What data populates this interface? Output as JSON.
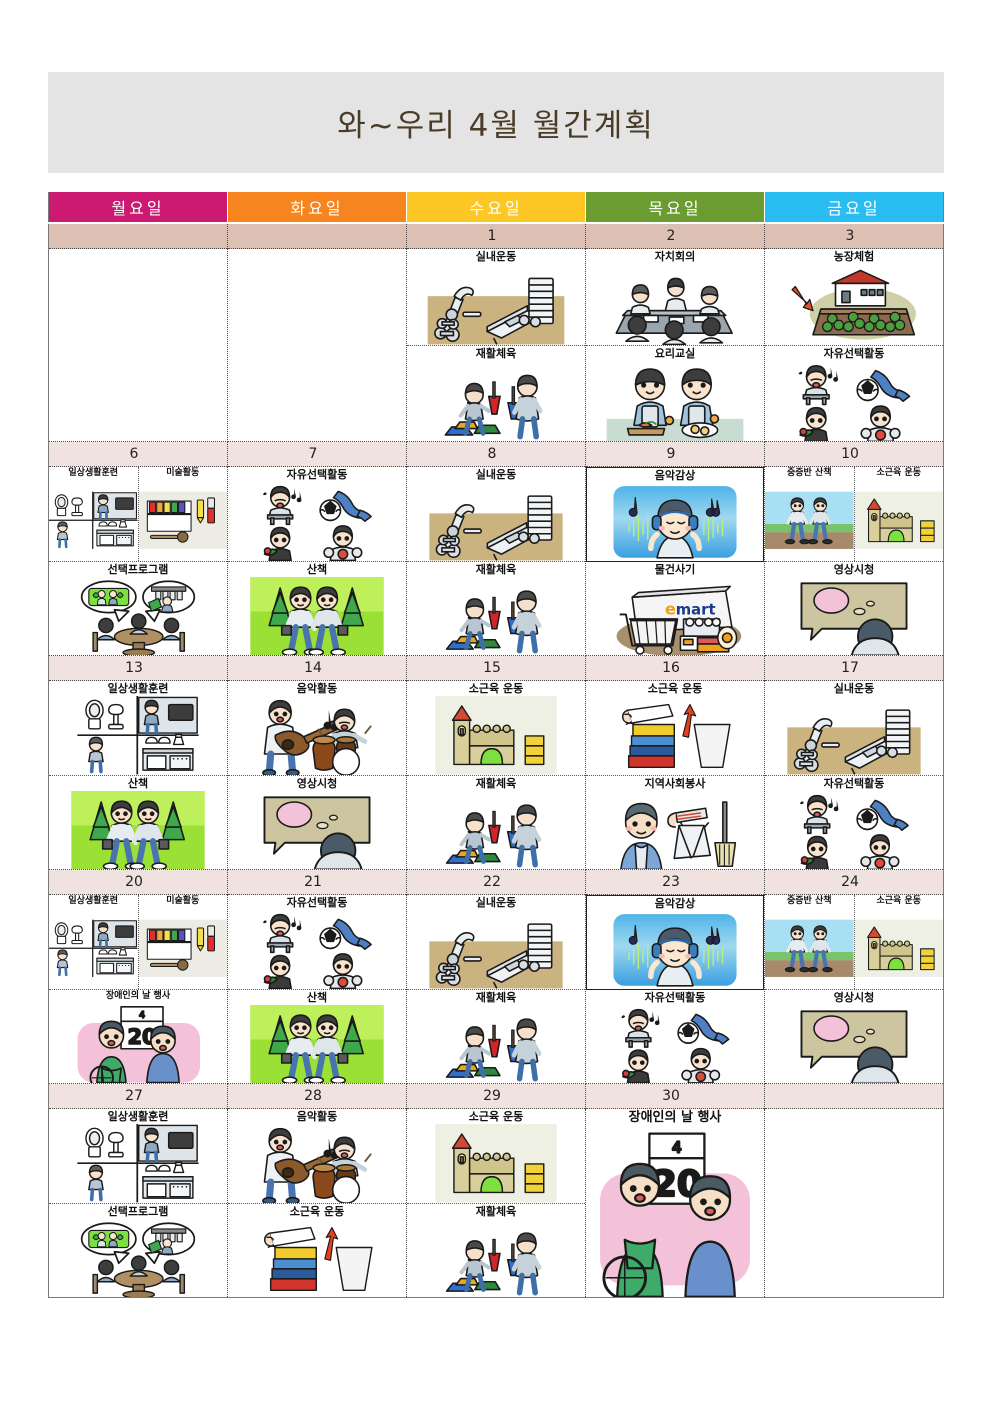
{
  "document": {
    "title": "와~우리 4월 월간계획"
  },
  "calendar": {
    "weekday_headers": [
      {
        "label": "월요일",
        "color": "#cc1a72"
      },
      {
        "label": "화요일",
        "color": "#f7851f"
      },
      {
        "label": "수요일",
        "color": "#fdc825"
      },
      {
        "label": "목요일",
        "color": "#6a9c31"
      },
      {
        "label": "금요일",
        "color": "#29bdf2"
      }
    ],
    "date_row_color_first": "#dcc0b4",
    "date_row_color": "#f0e2de",
    "weeks": [
      {
        "dates": [
          "",
          "",
          "1",
          "2",
          "3"
        ],
        "days": [
          {
            "date": "",
            "slots": []
          },
          {
            "date": "",
            "slots": []
          },
          {
            "date": "1",
            "slots": [
              {
                "label": "실내운동",
                "art": "gym"
              },
              {
                "label": "재활체육",
                "art": "rehab"
              }
            ]
          },
          {
            "date": "2",
            "slots": [
              {
                "label": "자치회의",
                "art": "meeting"
              },
              {
                "label": "요리교실",
                "art": "cooking"
              }
            ]
          },
          {
            "date": "3",
            "slots": [
              {
                "label": "농장체험",
                "art": "farm"
              },
              {
                "label": "자유선택활동",
                "art": "freechoice"
              }
            ]
          }
        ]
      },
      {
        "dates": [
          "6",
          "7",
          "8",
          "9",
          "10"
        ],
        "days": [
          {
            "date": "6",
            "slots": [
              {
                "label": "",
                "art": "split",
                "halves": [
                  {
                    "label": "일상생활훈련",
                    "art": "adl"
                  },
                  {
                    "label": "미술활동",
                    "art": "artclass"
                  }
                ]
              },
              {
                "label": "선택프로그램",
                "art": "choiceprog"
              }
            ]
          },
          {
            "date": "7",
            "slots": [
              {
                "label": "자유선택활동",
                "art": "freechoice"
              },
              {
                "label": "산책",
                "art": "walk"
              }
            ]
          },
          {
            "date": "8",
            "slots": [
              {
                "label": "실내운동",
                "art": "gym"
              },
              {
                "label": "재활체육",
                "art": "rehab"
              }
            ]
          },
          {
            "date": "9",
            "slots": [
              {
                "label": "음악감상",
                "art": "music-listen",
                "framed": true
              },
              {
                "label": "물건사기",
                "art": "shopping"
              }
            ]
          },
          {
            "date": "10",
            "slots": [
              {
                "label": "",
                "art": "split",
                "halves": [
                  {
                    "label": "중증반 산책",
                    "art": "walk2"
                  },
                  {
                    "label": "소근육 운동",
                    "art": "blocks"
                  }
                ]
              },
              {
                "label": "영상시청",
                "art": "tv"
              }
            ]
          }
        ]
      },
      {
        "dates": [
          "13",
          "14",
          "15",
          "16",
          "17"
        ],
        "days": [
          {
            "date": "13",
            "slots": [
              {
                "label": "일상생활훈련",
                "art": "adl"
              },
              {
                "label": "산책",
                "art": "walk"
              }
            ]
          },
          {
            "date": "14",
            "slots": [
              {
                "label": "음악활동",
                "art": "musicplay"
              },
              {
                "label": "영상시청",
                "art": "tv"
              }
            ]
          },
          {
            "date": "15",
            "slots": [
              {
                "label": "소근육 운동",
                "art": "blocks"
              },
              {
                "label": "재활체육",
                "art": "rehab"
              }
            ]
          },
          {
            "date": "16",
            "slots": [
              {
                "label": "소근육 운동",
                "art": "stacking"
              },
              {
                "label": "지역사회봉사",
                "art": "volunteer"
              }
            ]
          },
          {
            "date": "17",
            "slots": [
              {
                "label": "실내운동",
                "art": "gym"
              },
              {
                "label": "자유선택활동",
                "art": "freechoice"
              }
            ]
          }
        ]
      },
      {
        "dates": [
          "20",
          "21",
          "22",
          "23",
          "24"
        ],
        "days": [
          {
            "date": "20",
            "slots": [
              {
                "label": "",
                "art": "split",
                "halves": [
                  {
                    "label": "일상생활훈련",
                    "art": "adl"
                  },
                  {
                    "label": "미술활동",
                    "art": "artclass"
                  }
                ]
              },
              {
                "label": "장애인의 날 행사",
                "art": "disabilityday"
              }
            ]
          },
          {
            "date": "21",
            "slots": [
              {
                "label": "자유선택활동",
                "art": "freechoice"
              },
              {
                "label": "산책",
                "art": "walk"
              }
            ]
          },
          {
            "date": "22",
            "slots": [
              {
                "label": "실내운동",
                "art": "gym"
              },
              {
                "label": "재활체육",
                "art": "rehab"
              }
            ]
          },
          {
            "date": "23",
            "slots": [
              {
                "label": "음악감상",
                "art": "music-listen",
                "framed": true
              },
              {
                "label": "자유선택활동",
                "art": "freechoice"
              }
            ]
          },
          {
            "date": "24",
            "slots": [
              {
                "label": "",
                "art": "split",
                "halves": [
                  {
                    "label": "중증반 산책",
                    "art": "walk2"
                  },
                  {
                    "label": "소근육 운동",
                    "art": "blocks"
                  }
                ]
              },
              {
                "label": "영상시청",
                "art": "tv"
              }
            ]
          }
        ]
      },
      {
        "dates": [
          "27",
          "28",
          "29",
          "30",
          ""
        ],
        "days": [
          {
            "date": "27",
            "slots": [
              {
                "label": "일상생활훈련",
                "art": "adl"
              },
              {
                "label": "선택프로그램",
                "art": "choiceprog"
              }
            ]
          },
          {
            "date": "28",
            "slots": [
              {
                "label": "음악활동",
                "art": "musicplay"
              },
              {
                "label": "소근육 운동",
                "art": "stacking"
              }
            ]
          },
          {
            "date": "29",
            "slots": [
              {
                "label": "소근육 운동",
                "art": "blocks"
              },
              {
                "label": "재활체육",
                "art": "rehab"
              }
            ]
          },
          {
            "date": "30",
            "slots": [
              {
                "label": "장애인의 날 행사",
                "art": "disabilityday-big",
                "big": true
              }
            ]
          },
          {
            "date": "",
            "slots": []
          }
        ]
      }
    ]
  }
}
